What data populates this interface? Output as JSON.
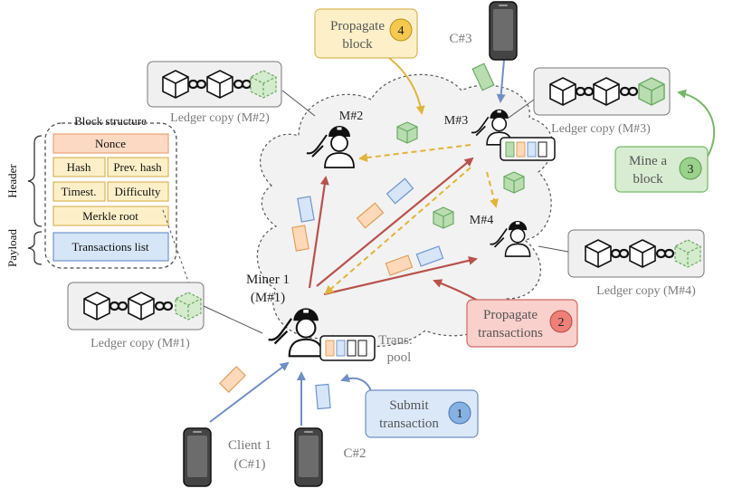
{
  "block_structure": {
    "title": "Block structure",
    "side_labels": {
      "header": "Header",
      "payload": "Payload"
    },
    "fields": {
      "nonce": "Nonce",
      "hash": "Hash",
      "prev_hash": "Prev. hash",
      "timestamp": "Timest.",
      "difficulty": "Difficulty",
      "merkle_root": "Merkle root",
      "transactions": "Transactions list"
    }
  },
  "ledgers": {
    "m1": "Ledger copy (M#1)",
    "m2": "Ledger copy (M#2)",
    "m3": "Ledger copy (M#3)",
    "m4": "Ledger copy (M#4)"
  },
  "miners": {
    "m1_line1": "Miner 1",
    "m1_line2": "(M#1)",
    "m2": "M#2",
    "m3": "M#3",
    "m4": "M#4"
  },
  "clients": {
    "c1_line1": "Client 1",
    "c1_line2": "(C#1)",
    "c2": "C#2",
    "c3": "C#3"
  },
  "pool": {
    "line1": "Trans.",
    "line2": "pool"
  },
  "steps": [
    {
      "number": "1",
      "line1": "Submit",
      "line2": "transaction"
    },
    {
      "number": "2",
      "line1": "Propagate",
      "line2": "transactions"
    },
    {
      "number": "3",
      "line1": "Mine a",
      "line2": "block"
    },
    {
      "number": "4",
      "line1": "Propagate",
      "line2": "block"
    }
  ],
  "colors": {
    "nonce_fill": "#fbd9c2",
    "nonce_stroke": "#e8a478",
    "header_fill": "#fdf0c9",
    "header_stroke": "#d7b65a",
    "tx_fill": "#d6e5f7",
    "tx_stroke": "#6e96cc",
    "block_green": "#b9ddb0",
    "block_green_stroke": "#6aa862",
    "arrow_blue": "#6f8fc4",
    "arrow_red": "#b9514c",
    "arrow_yellow": "#e0b43a",
    "arrow_green": "#74b866",
    "step1_fill": "#dbe8f8",
    "step1_circle": "#86b1e3",
    "step2_fill": "#f9d0cc",
    "step2_circle": "#ee8078",
    "step3_fill": "#d8ecd2",
    "step3_circle": "#9ad28b",
    "step4_fill": "#fdf0c9",
    "step4_circle": "#f5c84f"
  }
}
